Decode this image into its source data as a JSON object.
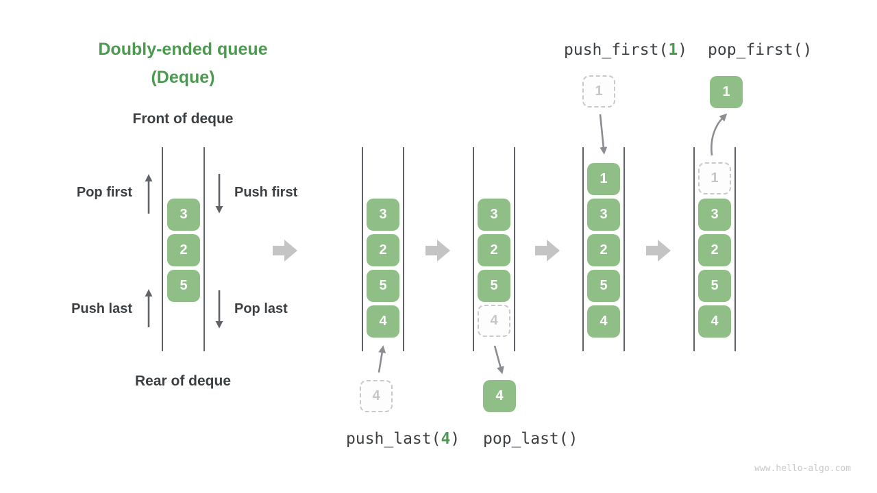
{
  "title": {
    "line1": "Doubly-ended queue",
    "line2": "(Deque)"
  },
  "labels": {
    "front": "Front of deque",
    "rear": "Rear of deque",
    "pop_first": "Pop first",
    "push_first": "Push first",
    "push_last": "Push last",
    "pop_last": "Pop last"
  },
  "operations": {
    "push_first": {
      "fn": "push_first(",
      "arg": "1",
      "close": ")"
    },
    "pop_first": {
      "fn": "pop_first()",
      "arg": "",
      "close": ""
    },
    "push_last": {
      "fn": "push_last(",
      "arg": "4",
      "close": ")"
    },
    "pop_last": {
      "fn": "pop_last()",
      "arg": "",
      "close": ""
    }
  },
  "deque": {
    "legend": {
      "cells": [
        "3",
        "2",
        "5"
      ]
    },
    "push_last": {
      "cells": [
        "3",
        "2",
        "5",
        "4"
      ],
      "incoming": "4"
    },
    "pop_last": {
      "cells": [
        "3",
        "2",
        "5"
      ],
      "ghost": "4",
      "outgoing": "4"
    },
    "push_first": {
      "cells": [
        "1",
        "3",
        "2",
        "5",
        "4"
      ],
      "incoming": "1"
    },
    "pop_first": {
      "cells": [
        "3",
        "2",
        "5",
        "4"
      ],
      "ghost": "1",
      "outgoing": "1"
    }
  },
  "watermark": "www.hello-algo.com",
  "colors": {
    "cell_green": "#8FBE87",
    "accent_green": "#4C9A50",
    "text_dark": "#3C4043",
    "arrow_dark_gray": "#5F6368",
    "arrow_mid_gray": "#8A8D91",
    "block_arrow_gray": "#C4C4C4",
    "ghost_gray": "#C9C9C9"
  }
}
